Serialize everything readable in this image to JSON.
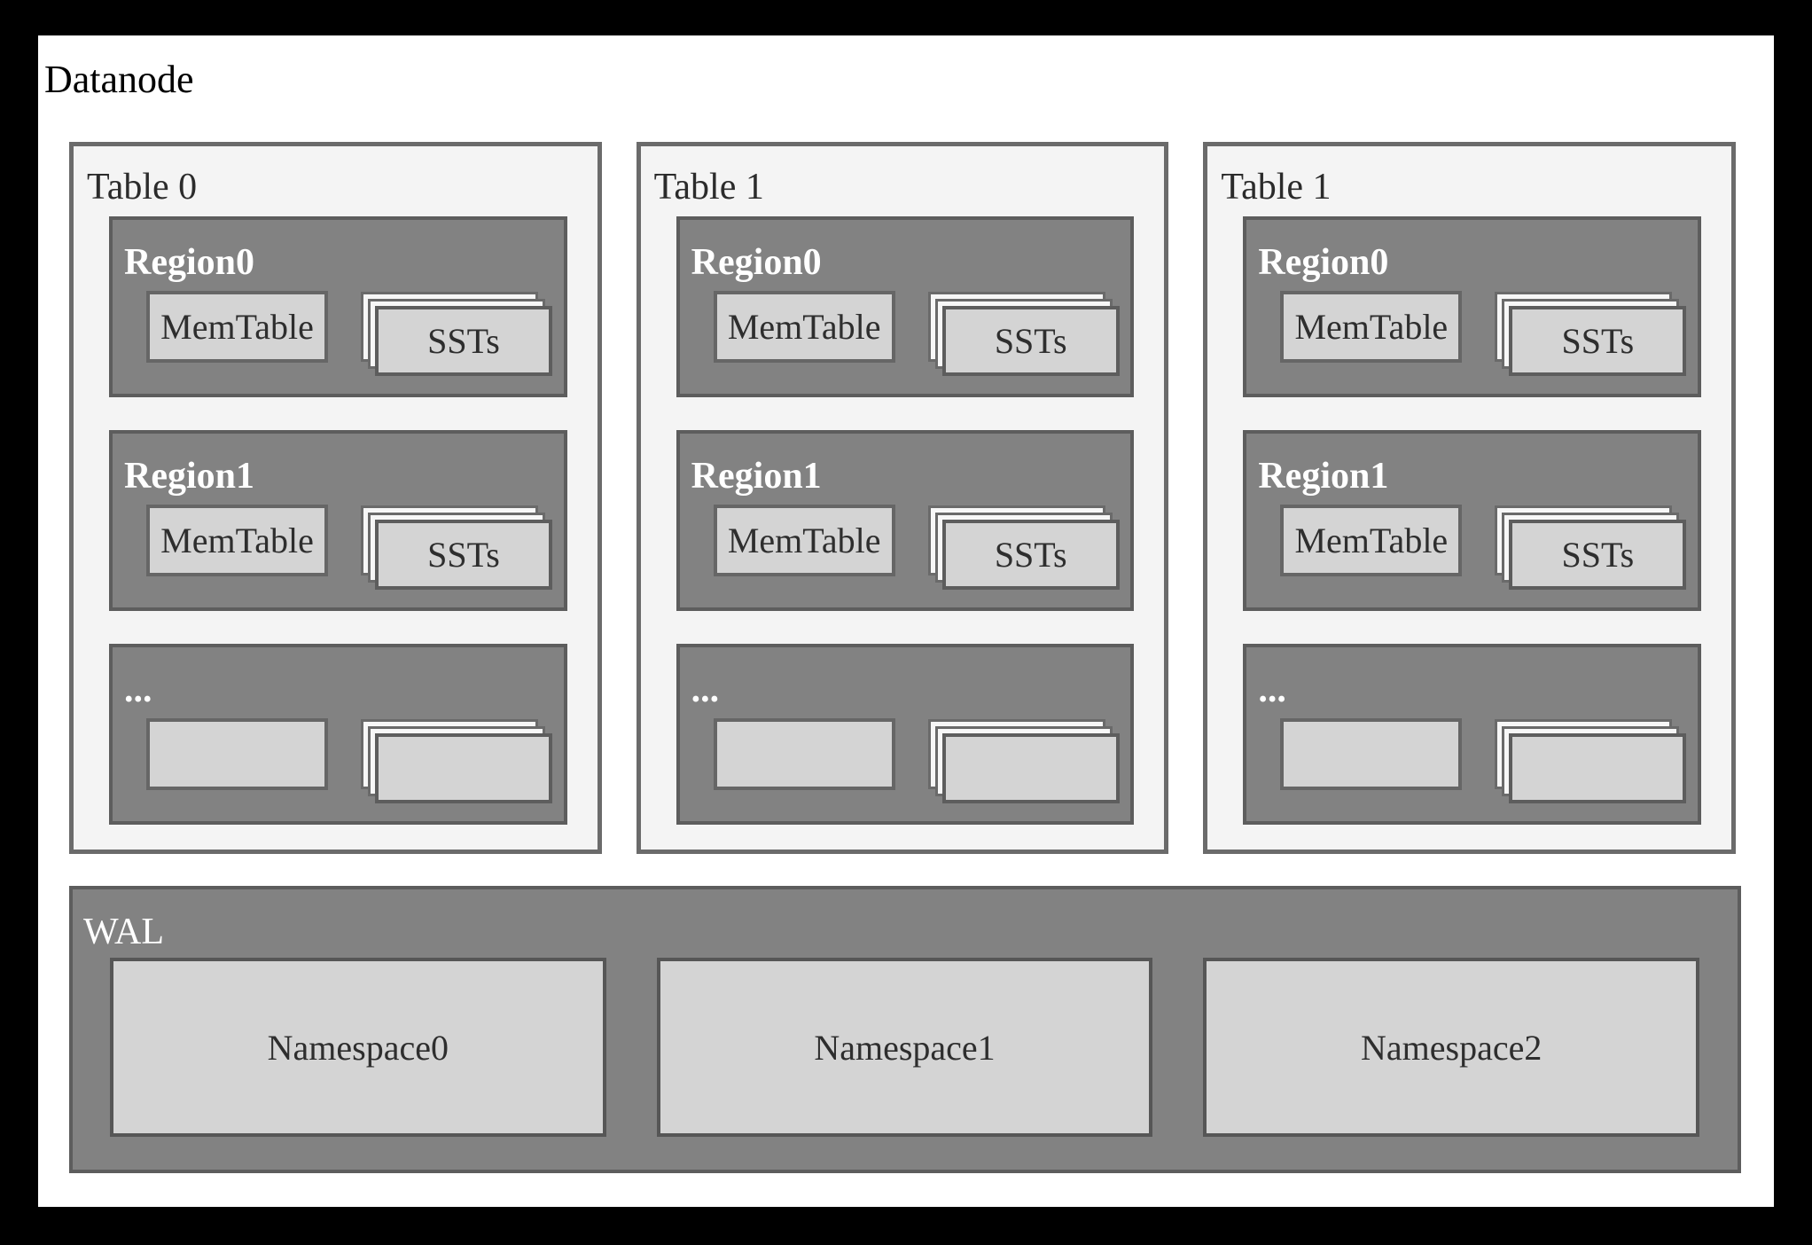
{
  "title": "Datanode",
  "colors": {
    "frame": "#000000",
    "canvas": "#ffffff",
    "table_fill": "#f4f4f4",
    "table_border": "#6b6b6b",
    "region_fill": "#828282",
    "region_border": "#5d5d5d",
    "light_box_fill": "#d4d4d4",
    "light_box_border": "#666666",
    "stack_back_fill": "#f7f7f7",
    "label_light": "#ffffff",
    "label_dark": "#2e2e2e"
  },
  "tables": [
    {
      "label": "Table 0",
      "regions": [
        {
          "label": "Region0",
          "memtable": "MemTable",
          "ssts": "SSTs"
        },
        {
          "label": "Region1",
          "memtable": "MemTable",
          "ssts": "SSTs"
        },
        {
          "label": "...",
          "memtable": "",
          "ssts": ""
        }
      ]
    },
    {
      "label": "Table 1",
      "regions": [
        {
          "label": "Region0",
          "memtable": "MemTable",
          "ssts": "SSTs"
        },
        {
          "label": "Region1",
          "memtable": "MemTable",
          "ssts": "SSTs"
        },
        {
          "label": "...",
          "memtable": "",
          "ssts": ""
        }
      ]
    },
    {
      "label": "Table 1",
      "regions": [
        {
          "label": "Region0",
          "memtable": "MemTable",
          "ssts": "SSTs"
        },
        {
          "label": "Region1",
          "memtable": "MemTable",
          "ssts": "SSTs"
        },
        {
          "label": "...",
          "memtable": "",
          "ssts": ""
        }
      ]
    }
  ],
  "wal": {
    "label": "WAL",
    "namespaces": [
      "Namespace0",
      "Namespace1",
      "Namespace2"
    ]
  }
}
